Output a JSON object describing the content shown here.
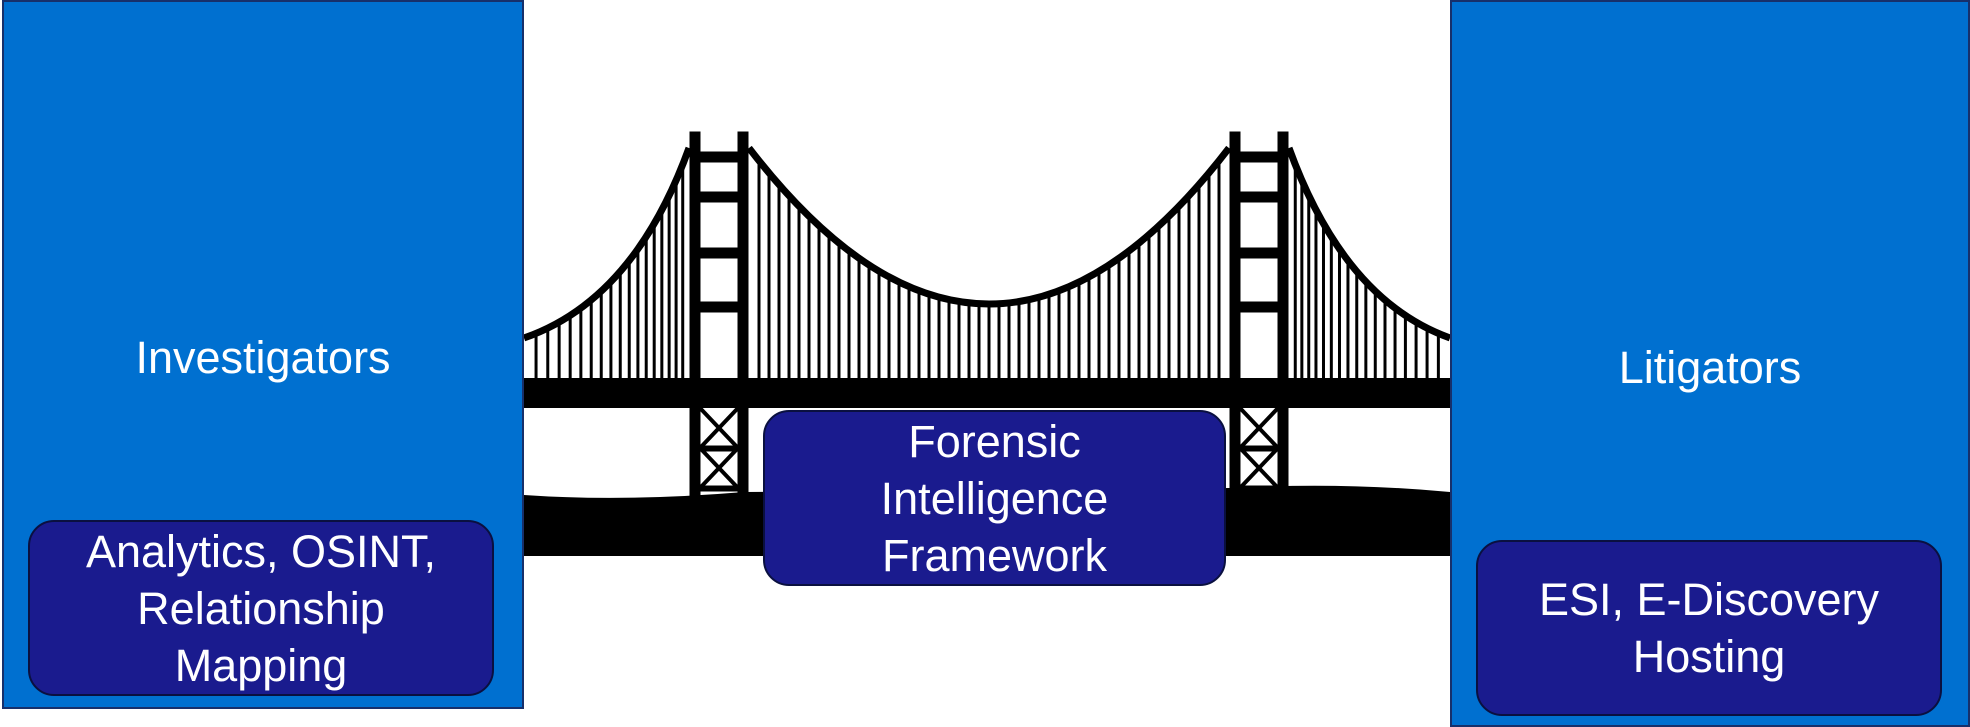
{
  "left_panel": {
    "title": "Investigators",
    "box_text": "Analytics, OSINT,\nRelationship\nMapping"
  },
  "right_panel": {
    "title": "Litigators",
    "box_text": "ESI, E-Discovery\nHosting"
  },
  "center": {
    "box_text": "Forensic\nIntelligence\nFramework"
  },
  "colors": {
    "panel_blue": "#0070d0",
    "box_navy": "#1a1b8e",
    "bridge": "#000000",
    "text": "#ffffff"
  },
  "icons": {
    "bridge": "suspension-bridge-icon"
  }
}
